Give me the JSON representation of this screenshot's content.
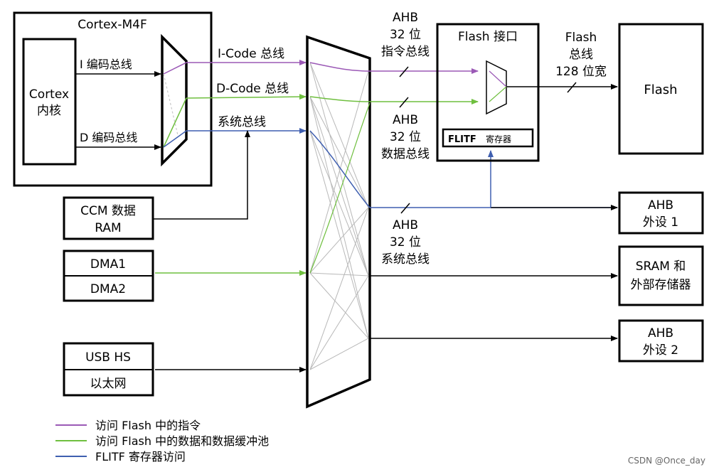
{
  "cortex": {
    "title": "Cortex-M4F",
    "core_line1": "Cortex",
    "core_line2": "内核",
    "ibus": "I 编码总线",
    "dbus": "D 编码总线"
  },
  "buses": {
    "icode": "I-Code 总线",
    "dcode": "D-Code 总线",
    "system": "系统总线"
  },
  "ccm": {
    "line1": "CCM 数据",
    "line2": "RAM"
  },
  "dma": {
    "dma1": "DMA1",
    "dma2": "DMA2"
  },
  "usb": {
    "line1": "USB HS",
    "line2": "以太网"
  },
  "ahb_instr": {
    "line1": "AHB",
    "line2": "32 位",
    "line3": "指令总线"
  },
  "ahb_data": {
    "line1": "AHB",
    "line2": "32 位",
    "line3": "数据总线"
  },
  "ahb_sys": {
    "line1": "AHB",
    "line2": "32 位",
    "line3": "系统总线"
  },
  "flash_if": {
    "title": "Flash 接口",
    "flitf_a": "FLITF",
    "flitf_b": "寄存器"
  },
  "flash_bus": {
    "line1": "Flash",
    "line2": "总线",
    "line3": "128 位宽"
  },
  "flash": {
    "label": "Flash"
  },
  "ahb1": {
    "line1": "AHB",
    "line2": "外设 1"
  },
  "sram": {
    "line1": "SRAM 和",
    "line2": "外部存储器"
  },
  "ahb2": {
    "line1": "AHB",
    "line2": "外设 2"
  },
  "legend": {
    "items": [
      {
        "label": "访问 Flash 中的指令",
        "color": "#9b59b6"
      },
      {
        "label": "访问 Flash 中的数据和数据缓冲池",
        "color": "#6fbf3f"
      },
      {
        "label": "FLITF 寄存器访问",
        "color": "#3f5fb0"
      }
    ]
  },
  "colors": {
    "instr": "#9b59b6",
    "data": "#6fbf3f",
    "reg": "#3f5fb0",
    "matrix": "#b0b0b0"
  },
  "watermark": "CSDN @Once_day"
}
